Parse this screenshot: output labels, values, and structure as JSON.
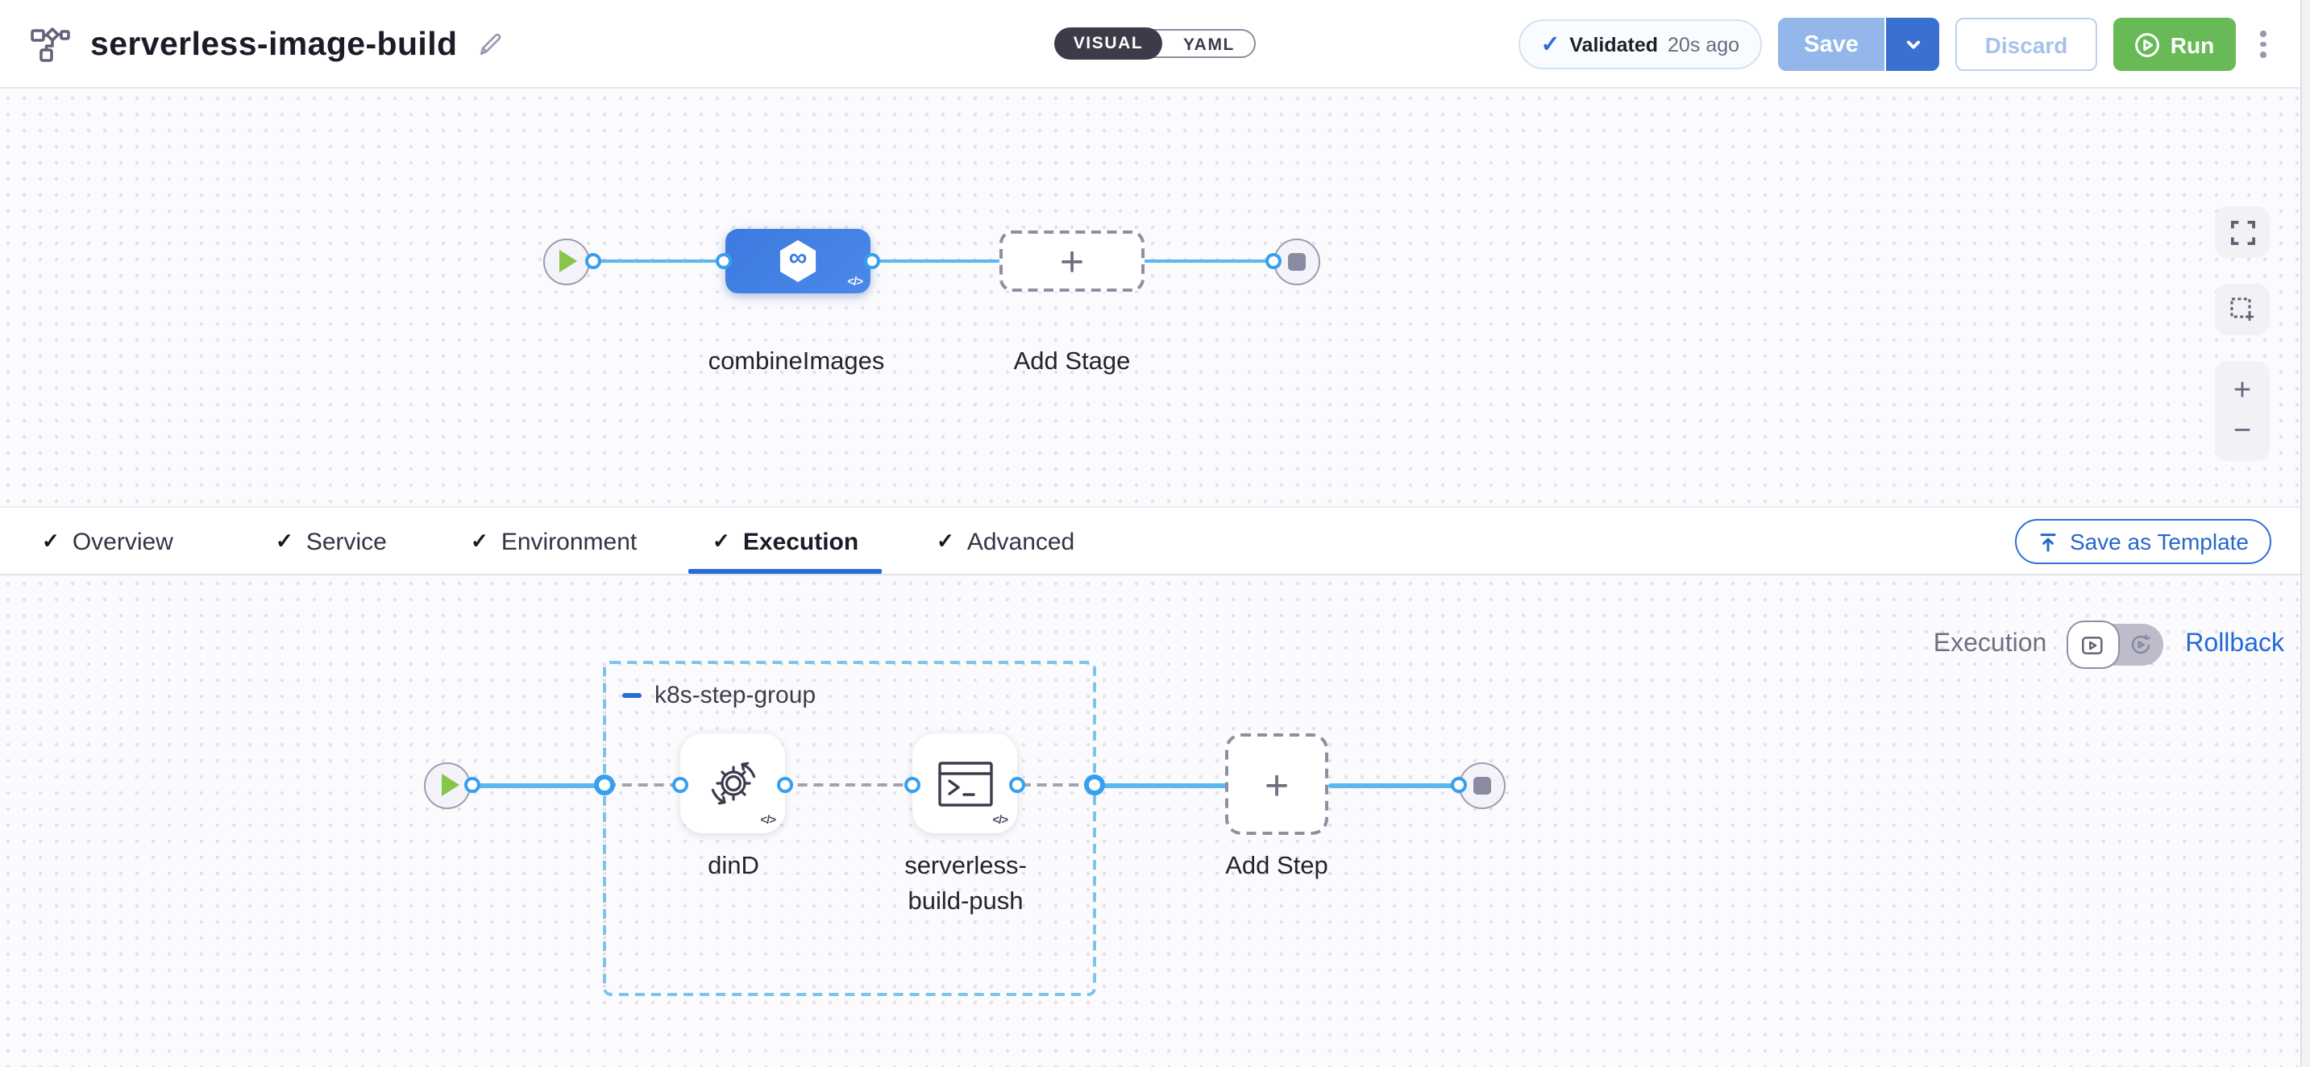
{
  "header": {
    "title": "serverless-image-build",
    "view_toggle": {
      "visual": "VISUAL",
      "yaml": "YAML"
    },
    "validated": {
      "label": "Validated",
      "time": "20s ago"
    },
    "save_label": "Save",
    "discard_label": "Discard",
    "run_label": "Run"
  },
  "stage_canvas": {
    "stage_label": "combineImages",
    "add_stage_label": "Add Stage"
  },
  "tabs": [
    {
      "label": "Overview"
    },
    {
      "label": "Service"
    },
    {
      "label": "Environment"
    },
    {
      "label": "Execution"
    },
    {
      "label": "Advanced"
    }
  ],
  "tabbar": {
    "save_as_template_label": "Save as Template"
  },
  "execution_canvas": {
    "mode_label": "Execution",
    "rollback_label": "Rollback",
    "group_label": "k8s-step-group",
    "steps": [
      {
        "label": "dinD"
      },
      {
        "label": "serverless-build-push"
      }
    ],
    "add_step_label": "Add Step"
  },
  "icons": {
    "check": "✓",
    "plus": "+",
    "minus": "−",
    "infinity": "∞",
    "code_badge": "</>"
  },
  "colors": {
    "accent_blue": "#3f7fe3",
    "run_green": "#68ba57",
    "connector_blue": "#5ab8ec",
    "tab_underline": "#2b6cd4",
    "link_blue": "#2469d6",
    "group_border": "#7cc4f0",
    "save_disabled": "#93b7ea",
    "save_chevron": "#3a70cf"
  }
}
